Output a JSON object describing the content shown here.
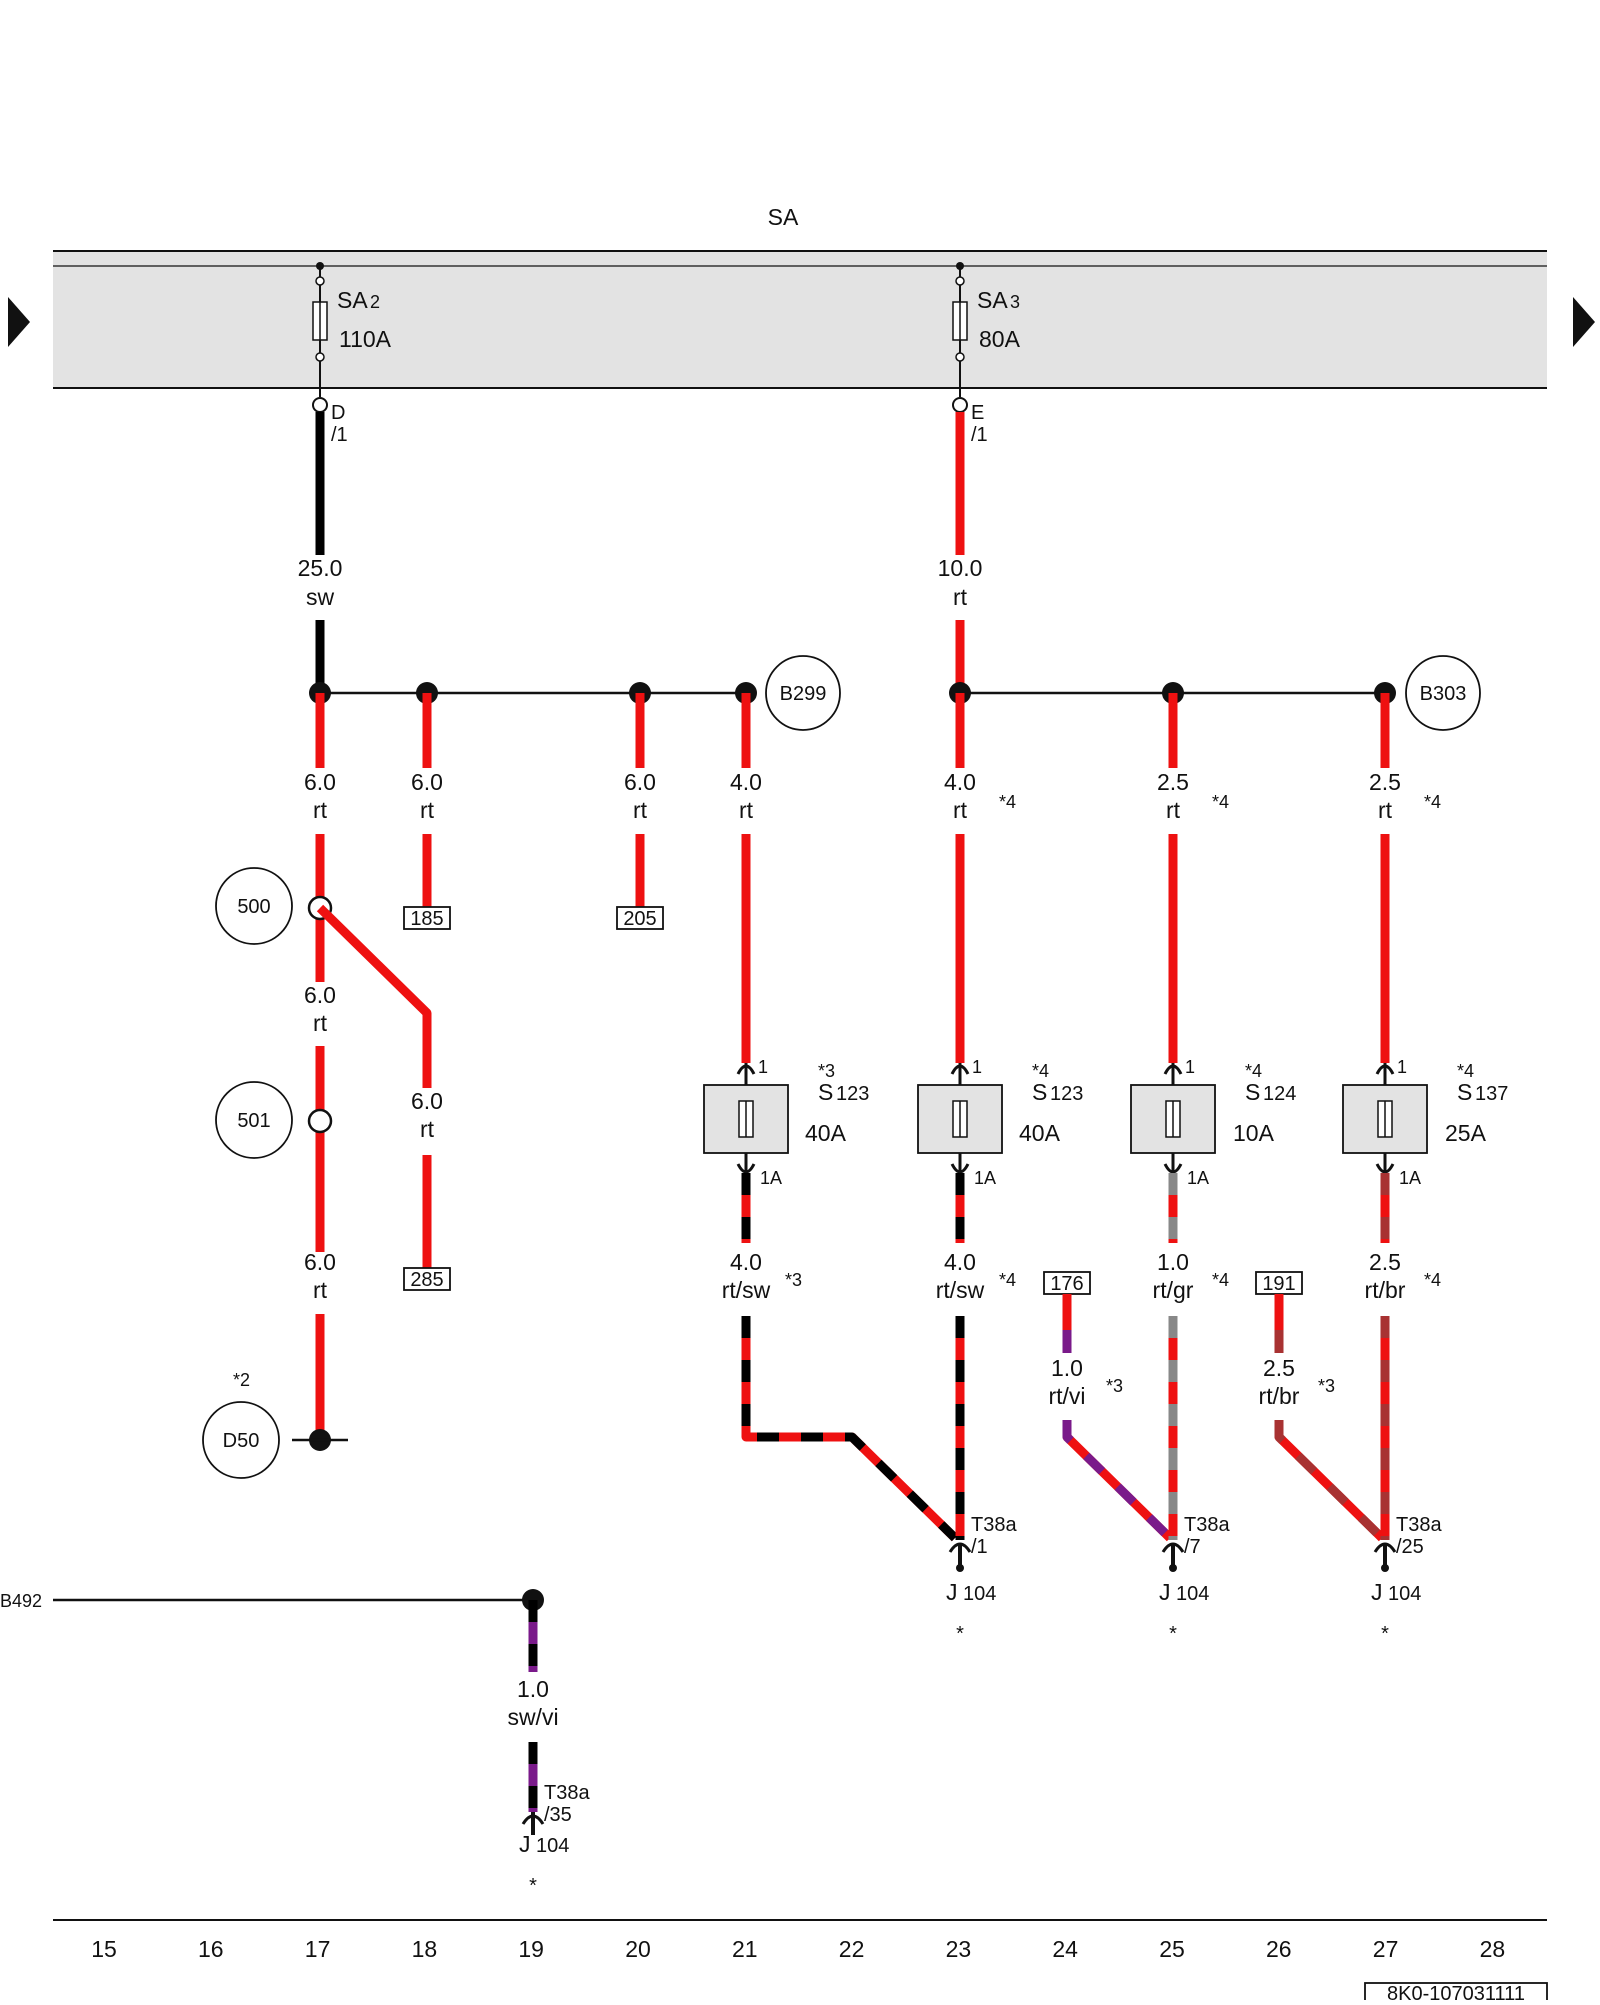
{
  "header": {
    "title": "SA"
  },
  "fuse_box": {
    "fuses": [
      {
        "name": "SA",
        "index": "2",
        "rating": "110A",
        "terminal": "D",
        "pin": "/1"
      },
      {
        "name": "SA",
        "index": "3",
        "rating": "80A",
        "terminal": "E",
        "pin": "/1"
      }
    ]
  },
  "wires": {
    "main_sw": {
      "gauge": "25.0",
      "color": "sw"
    },
    "main_rt": {
      "gauge": "10.0",
      "color": "rt"
    },
    "w17a": {
      "gauge": "6.0",
      "color": "rt"
    },
    "w18": {
      "gauge": "6.0",
      "color": "rt"
    },
    "w20": {
      "gauge": "6.0",
      "color": "rt"
    },
    "w21": {
      "gauge": "4.0",
      "color": "rt"
    },
    "w23": {
      "gauge": "4.0",
      "color": "rt",
      "note": "*4"
    },
    "w25": {
      "gauge": "2.5",
      "color": "rt",
      "note": "*4"
    },
    "w27": {
      "gauge": "2.5",
      "color": "rt",
      "note": "*4"
    },
    "w17b": {
      "gauge": "6.0",
      "color": "rt"
    },
    "w18b": {
      "gauge": "6.0",
      "color": "rt"
    },
    "w17c": {
      "gauge": "6.0",
      "color": "rt"
    },
    "w21b": {
      "gauge": "4.0",
      "color": "rt/sw",
      "note": "*3"
    },
    "w23b": {
      "gauge": "4.0",
      "color": "rt/sw",
      "note": "*4"
    },
    "w24": {
      "gauge": "1.0",
      "color": "rt/vi",
      "note": "*3"
    },
    "w25b": {
      "gauge": "1.0",
      "color": "rt/gr",
      "note": "*4"
    },
    "w26": {
      "gauge": "2.5",
      "color": "rt/br",
      "note": "*3"
    },
    "w27b": {
      "gauge": "2.5",
      "color": "rt/br",
      "note": "*4"
    },
    "w19": {
      "gauge": "1.0",
      "color": "sw/vi"
    }
  },
  "ground_points": {
    "b299": "B299",
    "b303": "B303",
    "p500": "500",
    "p501": "501",
    "d50": "D50",
    "d50_note": "*2"
  },
  "refs": {
    "r185": "185",
    "r205": "205",
    "r285": "285",
    "r176": "176",
    "r191": "191"
  },
  "fuse_modules": [
    {
      "name": "S",
      "index": "123",
      "rating": "40A",
      "note": "*3",
      "pin_in": "1",
      "pin_out": "1A"
    },
    {
      "name": "S",
      "index": "123",
      "rating": "40A",
      "note": "*4",
      "pin_in": "1",
      "pin_out": "1A"
    },
    {
      "name": "S",
      "index": "124",
      "rating": "10A",
      "note": "*4",
      "pin_in": "1",
      "pin_out": "1A"
    },
    {
      "name": "S",
      "index": "137",
      "rating": "25A",
      "note": "*4",
      "pin_in": "1",
      "pin_out": "1A"
    }
  ],
  "connectors": [
    {
      "plug": "T38a",
      "pin": "/1",
      "component": "J",
      "index": "104",
      "star": "*"
    },
    {
      "plug": "T38a",
      "pin": "/7",
      "component": "J",
      "index": "104",
      "star": "*"
    },
    {
      "plug": "T38a",
      "pin": "/25",
      "component": "J",
      "index": "104",
      "star": "*"
    },
    {
      "plug": "T38a",
      "pin": "/35",
      "component": "J",
      "index": "104",
      "star": "*"
    }
  ],
  "left_ref": "B492",
  "ruler": [
    "15",
    "16",
    "17",
    "18",
    "19",
    "20",
    "21",
    "22",
    "23",
    "24",
    "25",
    "26",
    "27",
    "28"
  ],
  "doc_number": "8K0-107031111",
  "colors": {
    "rt": "#ee1111",
    "sw": "#000000",
    "vi": "#7a1a8a",
    "gr": "#888888",
    "br": "#a83232",
    "box_fill": "#e3e3e3"
  }
}
